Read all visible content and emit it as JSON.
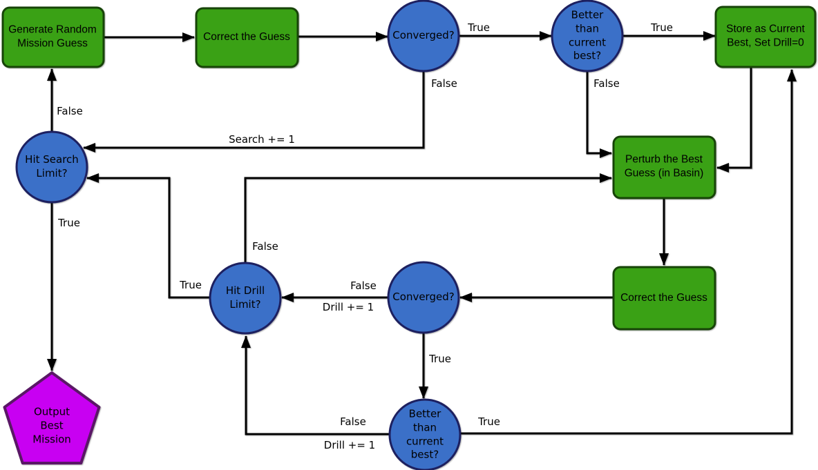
{
  "diagram": {
    "background": "#ffffff",
    "colors": {
      "process_fill": "#3aa115",
      "process_border": "#174408",
      "decision_fill": "#3b70c8",
      "decision_border": "#1d2060",
      "terminal_fill": "#c800f2",
      "terminal_border": "#5a1766",
      "edge": "#000000",
      "text": "#000000"
    },
    "nodes": {
      "generate": {
        "type": "process",
        "label": "Generate Random Mission Guess"
      },
      "correct_guess_1": {
        "type": "process",
        "label": "Correct the Guess"
      },
      "converged_1": {
        "type": "decision",
        "label": "Converged?"
      },
      "better_than_1": {
        "type": "decision",
        "label": "Better than current best?"
      },
      "store_best": {
        "type": "process",
        "label": "Store as Current Best, Set Drill=0"
      },
      "hit_search_limit": {
        "type": "decision",
        "label": "Hit Search Limit?"
      },
      "perturb": {
        "type": "process",
        "label": "Perturb the Best Guess (in Basin)"
      },
      "hit_drill_limit": {
        "type": "decision",
        "label": "Hit Drill Limit?"
      },
      "converged_2": {
        "type": "decision",
        "label": "Converged?"
      },
      "correct_guess_2": {
        "type": "process",
        "label": "Correct the Guess"
      },
      "better_than_2": {
        "type": "decision",
        "label": "Better than current best?"
      },
      "output": {
        "type": "terminal",
        "label": "Output Best Mission"
      }
    },
    "edge_labels": {
      "converged1_true": "True",
      "better1_true": "True",
      "converged1_false": "False",
      "search_increment": "Search += 1",
      "better1_false": "False",
      "hitdrill_false": "False",
      "converged2_false": "False",
      "drill_increment_1": "Drill += 1",
      "converged2_true": "True",
      "hitdrill_true": "True",
      "hitsearch_false": "False",
      "hitsearch_true": "True",
      "better2_false": "False",
      "drill_increment_2": "Drill += 1",
      "better2_true": "True"
    }
  }
}
